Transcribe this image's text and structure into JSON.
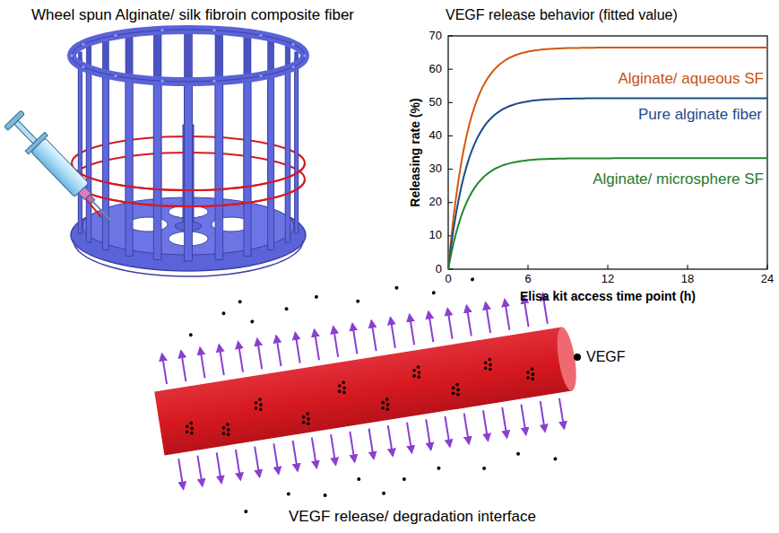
{
  "diagram": {
    "labels": [
      "Wheel spun Alginate/ silk fibroin composite fiber",
      "VEGF release behavior (fitted value)",
      "Alginate/ aqueous SF",
      "Pure alginate fiber",
      "Alginate/ microsphere SF",
      "Releasing rate (%)",
      "Elisa kit access time point (h)",
      "0",
      "10",
      "20",
      "30",
      "40",
      "50",
      "60",
      "70",
      "0",
      "6",
      "12",
      "18",
      "24",
      "VEGF release/ degradation interface"
    ],
    "legend": [
      {
        "text": "VEGF",
        "color": "#000000"
      }
    ]
  }
}
